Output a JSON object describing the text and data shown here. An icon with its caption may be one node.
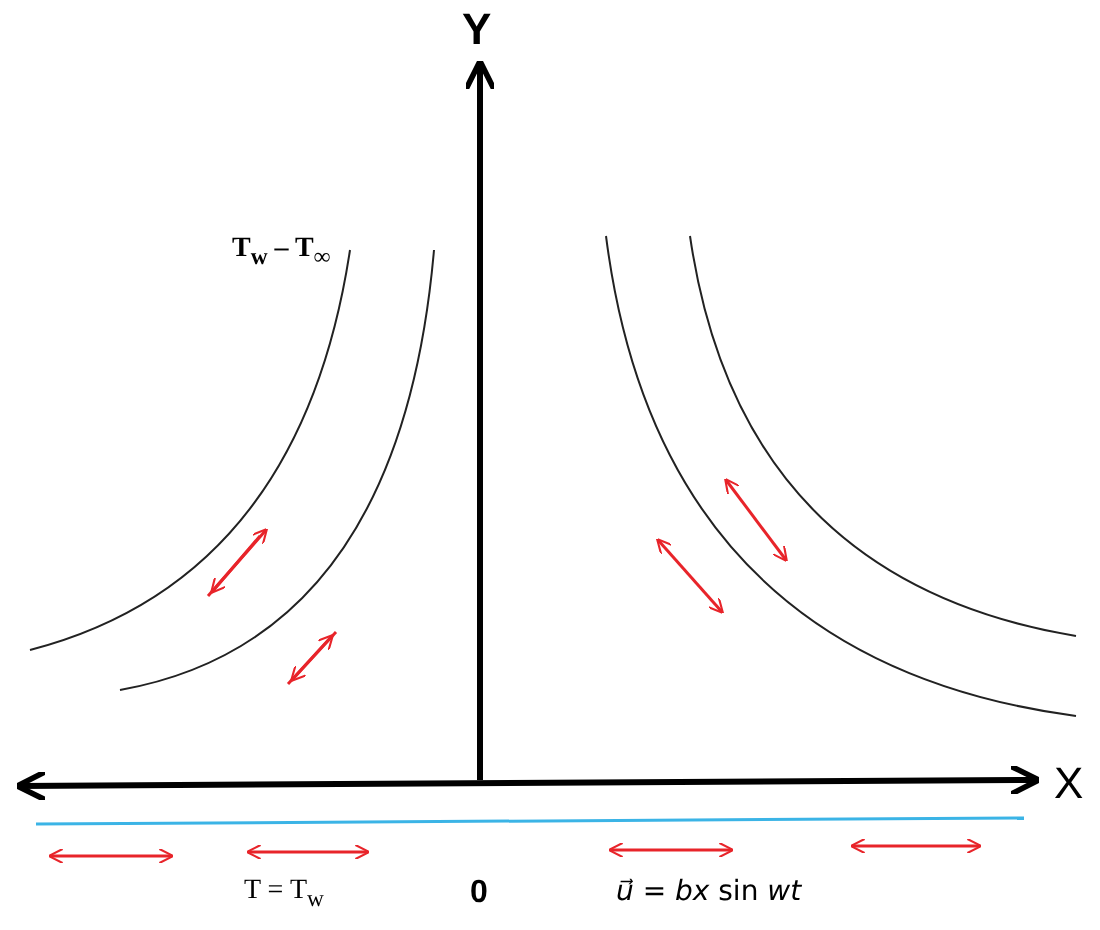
{
  "diagram": {
    "labels": [
      "Y",
      "T$_{w}$ – T$_{∞}$",
      "X",
      "T = T$_{w}$",
      "0",
      "*u⃗* = *bx* sin *wt*"
    ]
  }
}
